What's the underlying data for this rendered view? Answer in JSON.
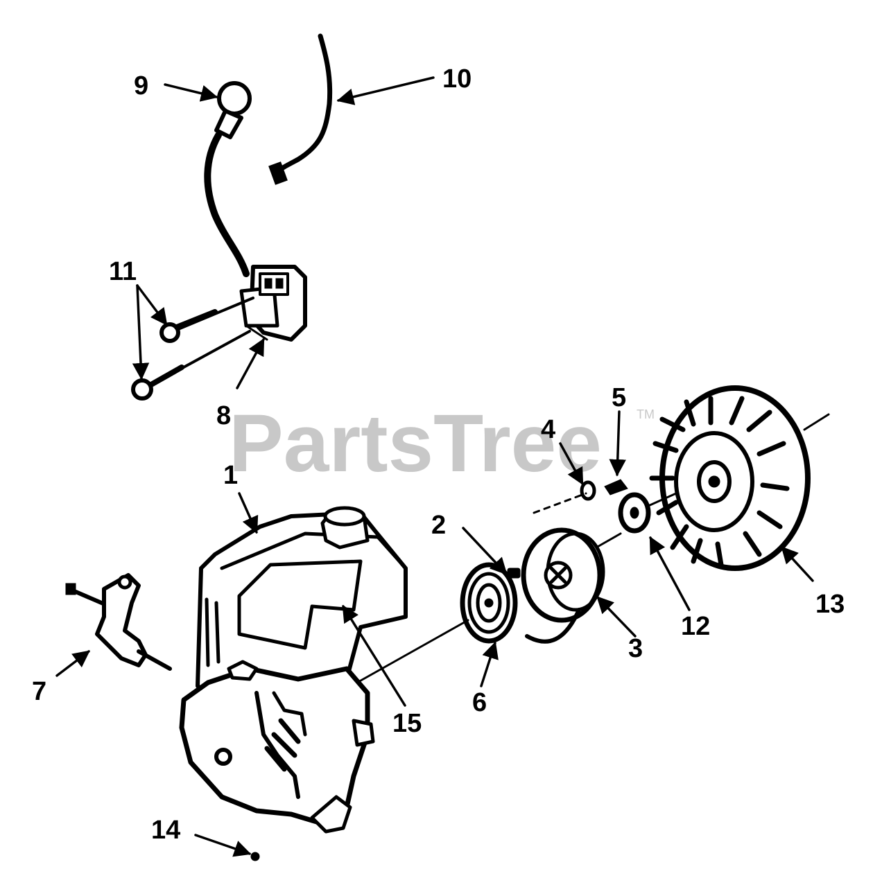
{
  "watermark": {
    "brand": "PartsTree",
    "trademark": "TM"
  },
  "callouts": {
    "c1": "1",
    "c2": "2",
    "c3": "3",
    "c4": "4",
    "c5": "5",
    "c6": "6",
    "c7": "7",
    "c8": "8",
    "c9": "9",
    "c10": "10",
    "c11": "11",
    "c12": "12",
    "c13": "13",
    "c14": "14",
    "c15": "15"
  },
  "colors": {
    "ink": "#000000",
    "watermark": "#c8c8c8",
    "background": "#ffffff"
  }
}
